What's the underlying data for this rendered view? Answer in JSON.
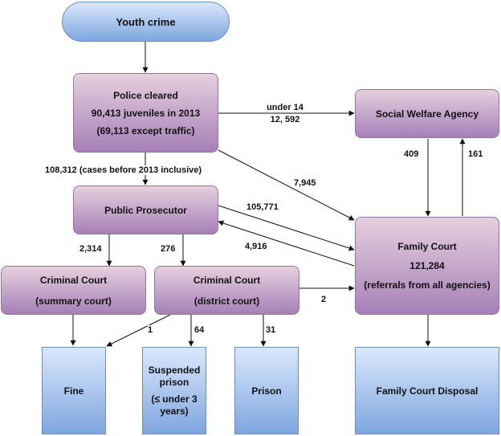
{
  "nodes": {
    "youth_crime": {
      "line1": "Youth crime"
    },
    "police": {
      "line1": "Police cleared",
      "line2": "90,413 juveniles in 2013",
      "line3": "(69,113 except traffic)"
    },
    "welfare": {
      "line1": "Social Welfare Agency"
    },
    "prosecutor": {
      "line1": "Public Prosecutor"
    },
    "family_court": {
      "line1": "Family Court",
      "line2": "121,284",
      "line3": "(referrals from all agencies)"
    },
    "criminal_summary": {
      "line1": "Criminal Court",
      "line2": "(summary court)"
    },
    "criminal_district": {
      "line1": "Criminal Court",
      "line2": "(district court)"
    },
    "fine": {
      "line1": "Fine"
    },
    "suspended": {
      "line1": "Suspended",
      "line2": "prison",
      "line3": "(≤ under 3",
      "line4": "years)"
    },
    "prison": {
      "line1": "Prison"
    },
    "fc_disposal": {
      "line1": "Family Court Disposal"
    }
  },
  "edge_labels": {
    "under14": "under 14",
    "under14_count": "12, 592",
    "police_to_prosecutor": "108,312 (cases before 2013 inclusive)",
    "police_to_family": "7,945",
    "welfare_to_family": "409",
    "family_to_welfare": "161",
    "prosecutor_to_family": "105,771",
    "family_to_prosecutor": "4,916",
    "prosecutor_to_summary": "2,314",
    "prosecutor_to_district": "276",
    "district_to_family": "2",
    "district_to_fine": "1",
    "district_to_suspended": "64",
    "district_to_prison": "31"
  },
  "colors": {
    "line": "#111111",
    "purple_border": "#9673a6",
    "blue_border": "#6c8ebf"
  }
}
